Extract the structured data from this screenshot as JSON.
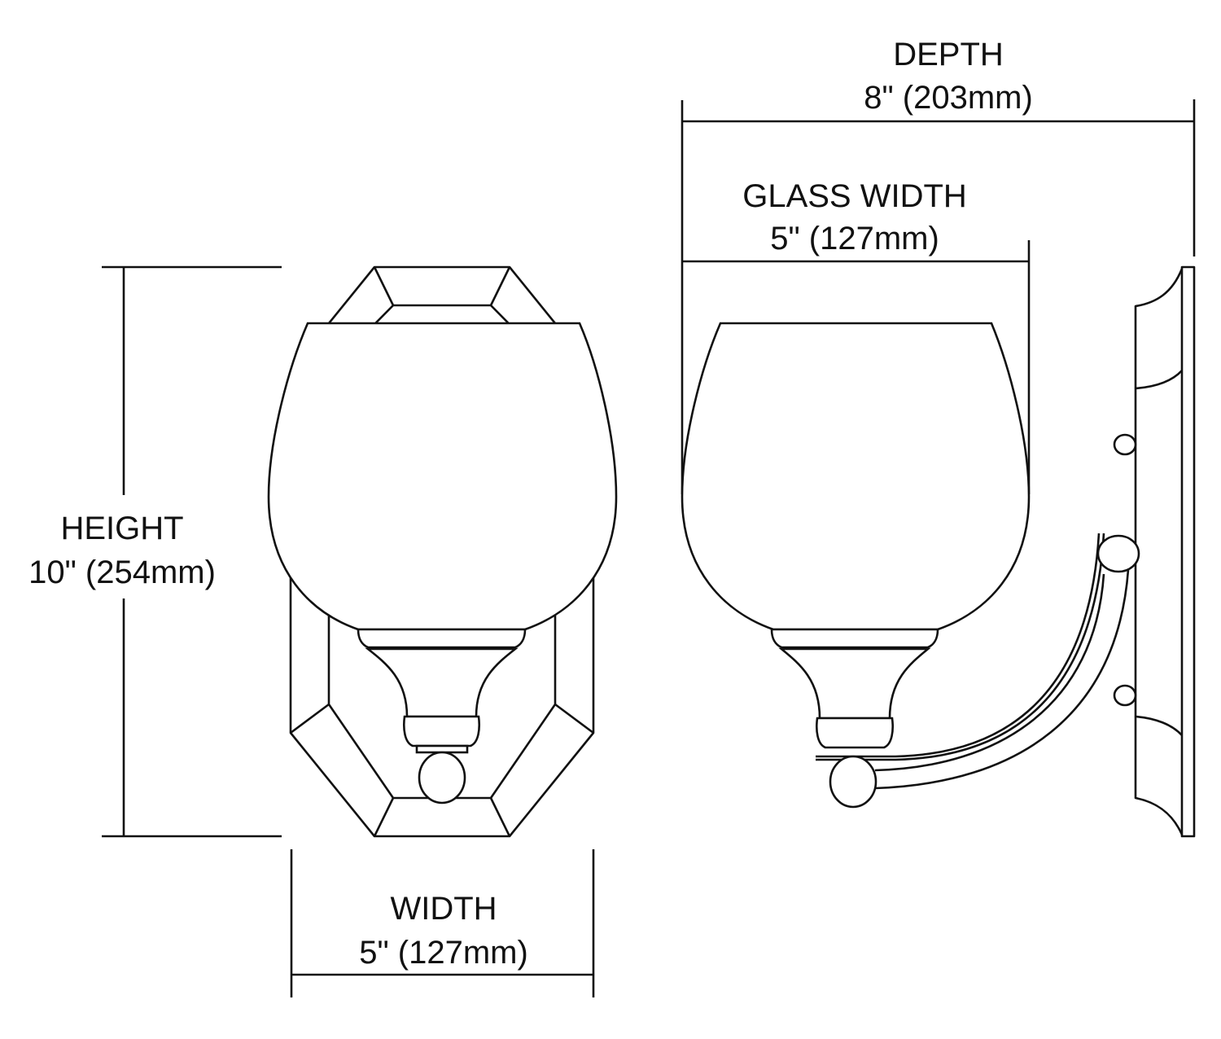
{
  "dimensions": {
    "height": {
      "label": "HEIGHT",
      "value": "10\" (254mm)"
    },
    "width": {
      "label": "WIDTH",
      "value": "5\" (127mm)"
    },
    "depth": {
      "label": "DEPTH",
      "value": "8\" (203mm)"
    },
    "glass_width": {
      "label": "GLASS WIDTH",
      "value": "5\" (127mm)"
    }
  },
  "colors": {
    "line": "#111111",
    "background": "#ffffff"
  }
}
